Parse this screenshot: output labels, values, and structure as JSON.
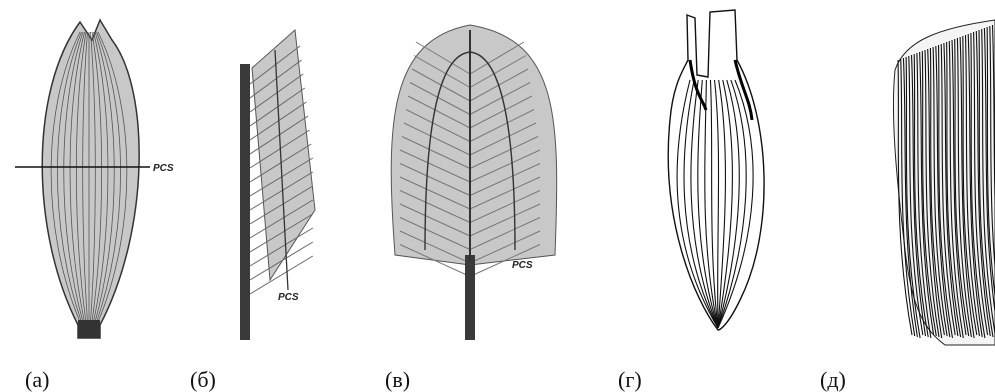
{
  "figures": [
    {
      "id": "a",
      "label": "(а)",
      "annotation": "PCS"
    },
    {
      "id": "b",
      "label": "(б)",
      "annotation": "PCS"
    },
    {
      "id": "v",
      "label": "(в)",
      "annotation": "PCS"
    },
    {
      "id": "g",
      "label": "(г)"
    },
    {
      "id": "d",
      "label": "(д)"
    }
  ],
  "colors": {
    "ink": "#222222",
    "shade": "#b8b8b8",
    "line": "#555555"
  }
}
